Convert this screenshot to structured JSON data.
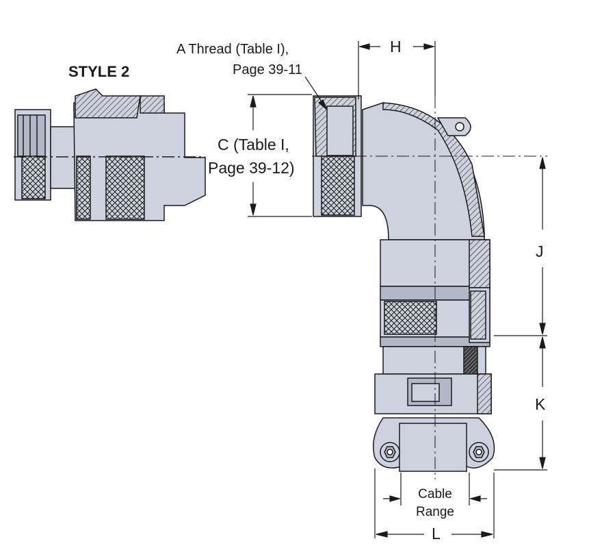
{
  "title": "STYLE 2",
  "labels": {
    "a_thread_line1": "A Thread (Table  I),",
    "a_thread_line2": "Page 39-11",
    "c_line1": "C (Table I,",
    "c_line2": "Page 39-12)",
    "h": "H",
    "j": "J",
    "k": "K",
    "l": "L",
    "cable_line1": "Cable",
    "cable_line2": "Range"
  },
  "colors": {
    "body_fill": "#cdd2de",
    "shade_fill": "#b2b8c7",
    "outline": "#1a1a1a",
    "dark_fill": "#3a3a3a"
  }
}
